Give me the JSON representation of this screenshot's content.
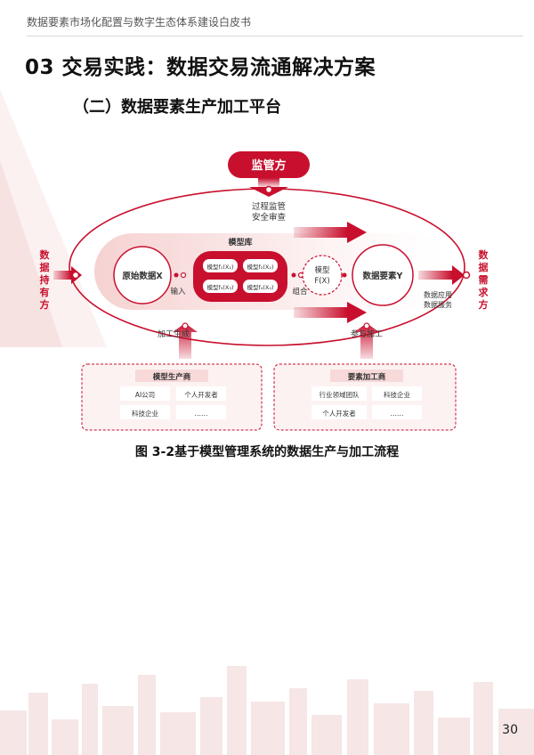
{
  "header": {
    "title": "数据要素市场化配置与数字生态体系建设白皮书"
  },
  "section": {
    "title": "03 交易实践：数据交易流通解决方案"
  },
  "subsection": {
    "title": "（二）数据要素生产加工平台"
  },
  "diagram": {
    "regulator": "监管方",
    "process_line1": "过程监管",
    "process_line2": "安全审查",
    "holder": [
      "数",
      "据",
      "持",
      "有",
      "方"
    ],
    "demander": [
      "数",
      "据",
      "需",
      "求",
      "方"
    ],
    "raw_data": "原始数据X",
    "model_library_title": "模型库",
    "models": [
      "模型f₁(X₁)",
      "模型f₂(X₂)",
      "模型f₃(X₃)",
      "模型f₄(X₄)"
    ],
    "input_label": "输入",
    "combine_label": "组合",
    "model_fx_line1": "模型",
    "model_fx_line2": "F(X)",
    "data_element": "数据要素Y",
    "app_line1": "数据应用",
    "app_line2": "数据服务",
    "process_generate": "加工生成",
    "participate": "参与加工",
    "producer_box_title": "模型生产商",
    "producer_items": [
      "AI公司",
      "个人开发者",
      "科技企业",
      "……"
    ],
    "processor_box_title": "要素加工商",
    "processor_items": [
      "行业领域团队",
      "科技企业",
      "个人开发者",
      "……"
    ],
    "accent_color": "#c8102e"
  },
  "caption": "图 3-2基于模型管理系统的数据生产与加工流程",
  "page_number": "30"
}
